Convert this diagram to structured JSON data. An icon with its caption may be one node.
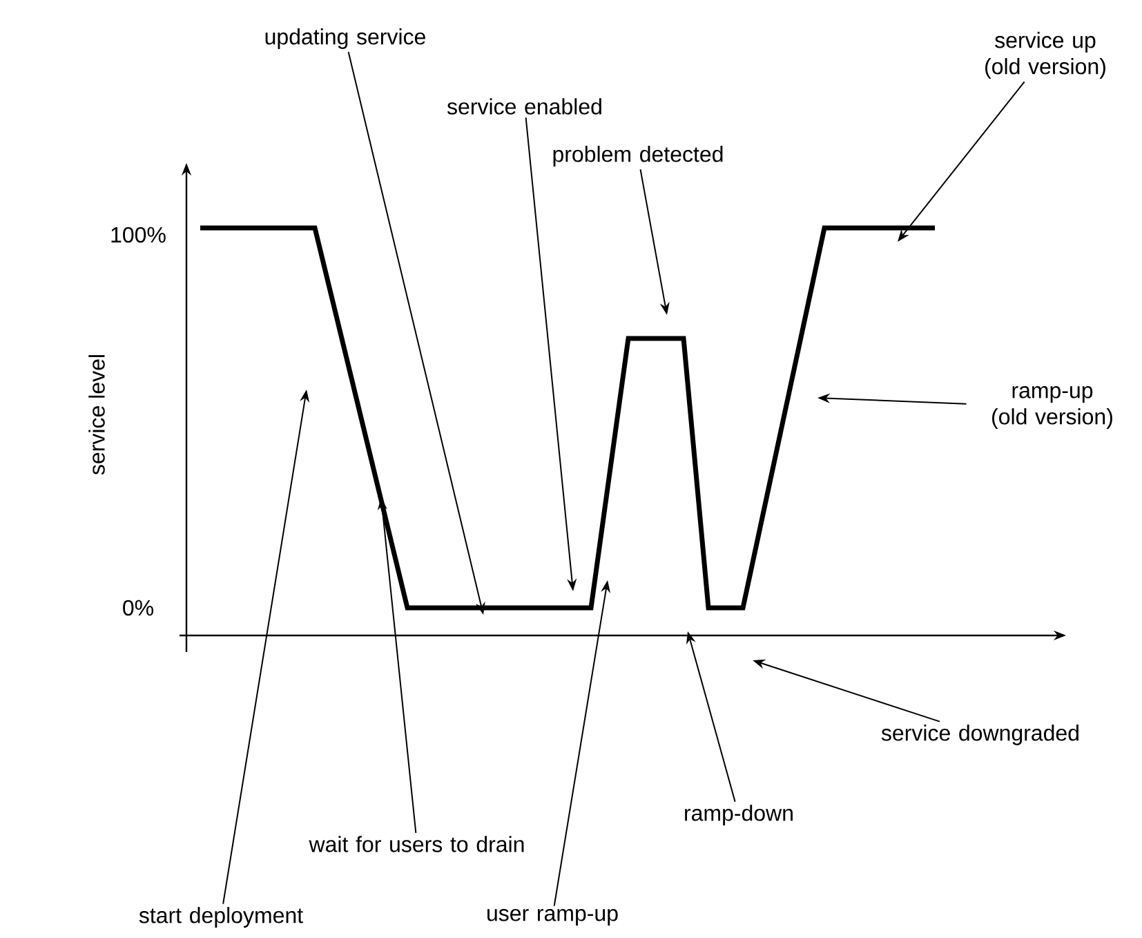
{
  "diagram": {
    "nodes": [
      {
        "text": [
          "updating service"
        ]
      },
      {
        "text": [
          "service enabled"
        ]
      },
      {
        "text": [
          "problem detected"
        ]
      },
      {
        "text": [
          "service up (old version)"
        ]
      },
      {
        "text": [
          "ramp-up (old version)"
        ]
      },
      {
        "text": [
          "service downgraded"
        ]
      },
      {
        "text": [
          "ramp-down"
        ]
      },
      {
        "text": [
          "wait for users to drain"
        ]
      },
      {
        "text": [
          "start deployment"
        ]
      },
      {
        "text": [
          "user ramp-up"
        ]
      }
    ],
    "edges": [
      {
        "from": 0,
        "to": null,
        "arrow": "to"
      },
      {
        "from": 1,
        "to": null,
        "arrow": "to"
      },
      {
        "from": 2,
        "to": null,
        "arrow": "to"
      },
      {
        "from": 3,
        "to": null,
        "arrow": "to"
      },
      {
        "from": 4,
        "to": null,
        "arrow": "to"
      },
      {
        "from": 5,
        "to": null,
        "arrow": "to"
      },
      {
        "from": 6,
        "to": null,
        "arrow": "to"
      },
      {
        "from": 7,
        "to": null,
        "arrow": "to"
      },
      {
        "from": 8,
        "to": null,
        "arrow": "to"
      },
      {
        "from": 9,
        "to": null,
        "arrow": "to"
      }
    ],
    "labels": [
      "100%",
      "service level",
      "0%"
    ]
  }
}
